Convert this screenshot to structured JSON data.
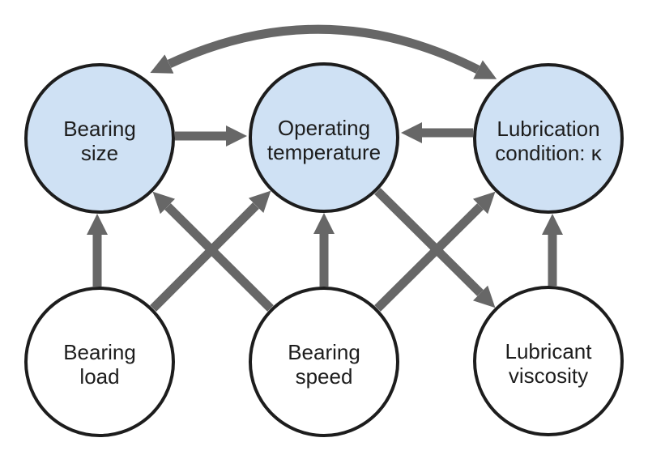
{
  "diagram": {
    "colors": {
      "node_fill_influenced": "#cfe1f4",
      "node_fill_input": "#ffffff",
      "node_border": "#1d1d1d",
      "arrow": "#676767",
      "text": "#1d1d1d",
      "background": "#ffffff"
    },
    "nodes": [
      {
        "id": "bearing-size",
        "lines": [
          "Bearing",
          "size"
        ],
        "type": "influenced"
      },
      {
        "id": "operating-temperature",
        "lines": [
          "Operating",
          "temperature"
        ],
        "type": "influenced"
      },
      {
        "id": "lubrication-condition",
        "lines": [
          "Lubrication",
          "condition: κ"
        ],
        "type": "influenced"
      },
      {
        "id": "bearing-load",
        "lines": [
          "Bearing",
          "load"
        ],
        "type": "input"
      },
      {
        "id": "bearing-speed",
        "lines": [
          "Bearing",
          "speed"
        ],
        "type": "input"
      },
      {
        "id": "lubricant-viscosity",
        "lines": [
          "Lubricant",
          "viscosity"
        ],
        "type": "input"
      }
    ],
    "edges": [
      {
        "from": "bearing-size",
        "to": "lubrication-condition",
        "bidirectional": true
      },
      {
        "from": "bearing-size",
        "to": "operating-temperature",
        "bidirectional": false
      },
      {
        "from": "lubrication-condition",
        "to": "operating-temperature",
        "bidirectional": false
      },
      {
        "from": "bearing-load",
        "to": "bearing-size",
        "bidirectional": false
      },
      {
        "from": "bearing-load",
        "to": "operating-temperature",
        "bidirectional": false
      },
      {
        "from": "bearing-speed",
        "to": "bearing-size",
        "bidirectional": false
      },
      {
        "from": "bearing-speed",
        "to": "operating-temperature",
        "bidirectional": false
      },
      {
        "from": "bearing-speed",
        "to": "lubrication-condition",
        "bidirectional": false
      },
      {
        "from": "operating-temperature",
        "to": "lubricant-viscosity",
        "bidirectional": false
      },
      {
        "from": "lubricant-viscosity",
        "to": "lubrication-condition",
        "bidirectional": false
      }
    ]
  }
}
